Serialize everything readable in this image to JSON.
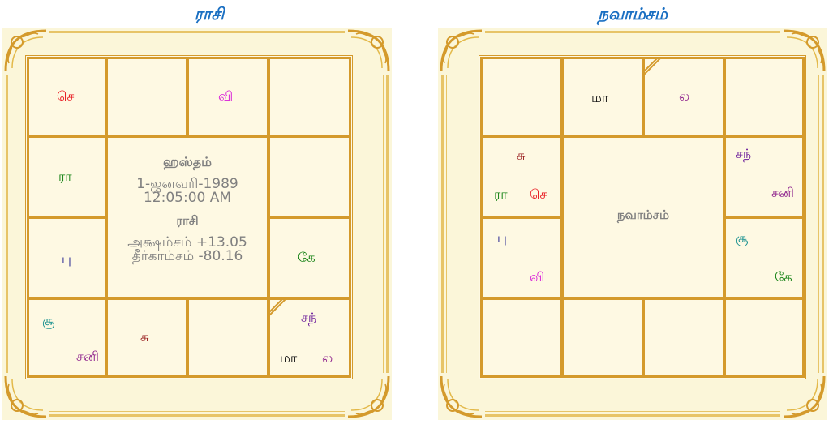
{
  "charts": [
    {
      "title": "ராசி",
      "center": {
        "nakshatra": "ஹஸ்தம்",
        "date": "1-ஜனவரி-1989",
        "time": "12:05:00 AM",
        "chart_name": "ராசி",
        "latitude": "அக்ஷம்சம் +13.05",
        "longitude": "தீர்காம்சம் -80.16"
      },
      "houses": {
        "top_left": [
          "செ"
        ],
        "top_2": [],
        "top_3": [
          "வி"
        ],
        "top_right": [],
        "left_2": [
          "ரா"
        ],
        "right_2": [],
        "left_3": [
          "பு"
        ],
        "right_3": [
          "கே"
        ],
        "bottom_left": [
          "சூ",
          "சனி"
        ],
        "bottom_2": [
          "சு"
        ],
        "bottom_3": [],
        "bottom_right": [
          "சந்",
          "மா",
          "ல"
        ]
      }
    },
    {
      "title": "நவாம்சம்",
      "center": {
        "chart_name": "நவாம்சம்"
      },
      "houses": {
        "top_left": [],
        "top_2": [
          "மா"
        ],
        "top_3": [
          "ல"
        ],
        "top_right": [],
        "left_2": [
          "சு",
          "ரா",
          "செ"
        ],
        "right_2": [
          "சந்",
          "சனி"
        ],
        "left_3": [
          "பு",
          "வி"
        ],
        "right_3": [
          "சூ",
          "கே"
        ],
        "bottom_left": [],
        "bottom_2": [],
        "bottom_3": [],
        "bottom_right": []
      }
    }
  ],
  "colors": {
    "title": "#1a6fc2",
    "border": "#d49a2c",
    "cell_bg": "#fef9e3",
    "frame_bg": "#fbf6d9",
    "center_text": "#808080",
    "planets": {
      "செ": "#e8141c",
      "வி": "#d81bd8",
      "ரா": "#0b7d0b",
      "பு": "#1a1a8c",
      "கே": "#0b7d0b",
      "சூ": "#0a8a8a",
      "சனி": "#8a1a8a",
      "சு": "#9c2424",
      "சந்": "#6a1a9a",
      "மா": "#111111",
      "ல": "#8a1a8a"
    }
  }
}
